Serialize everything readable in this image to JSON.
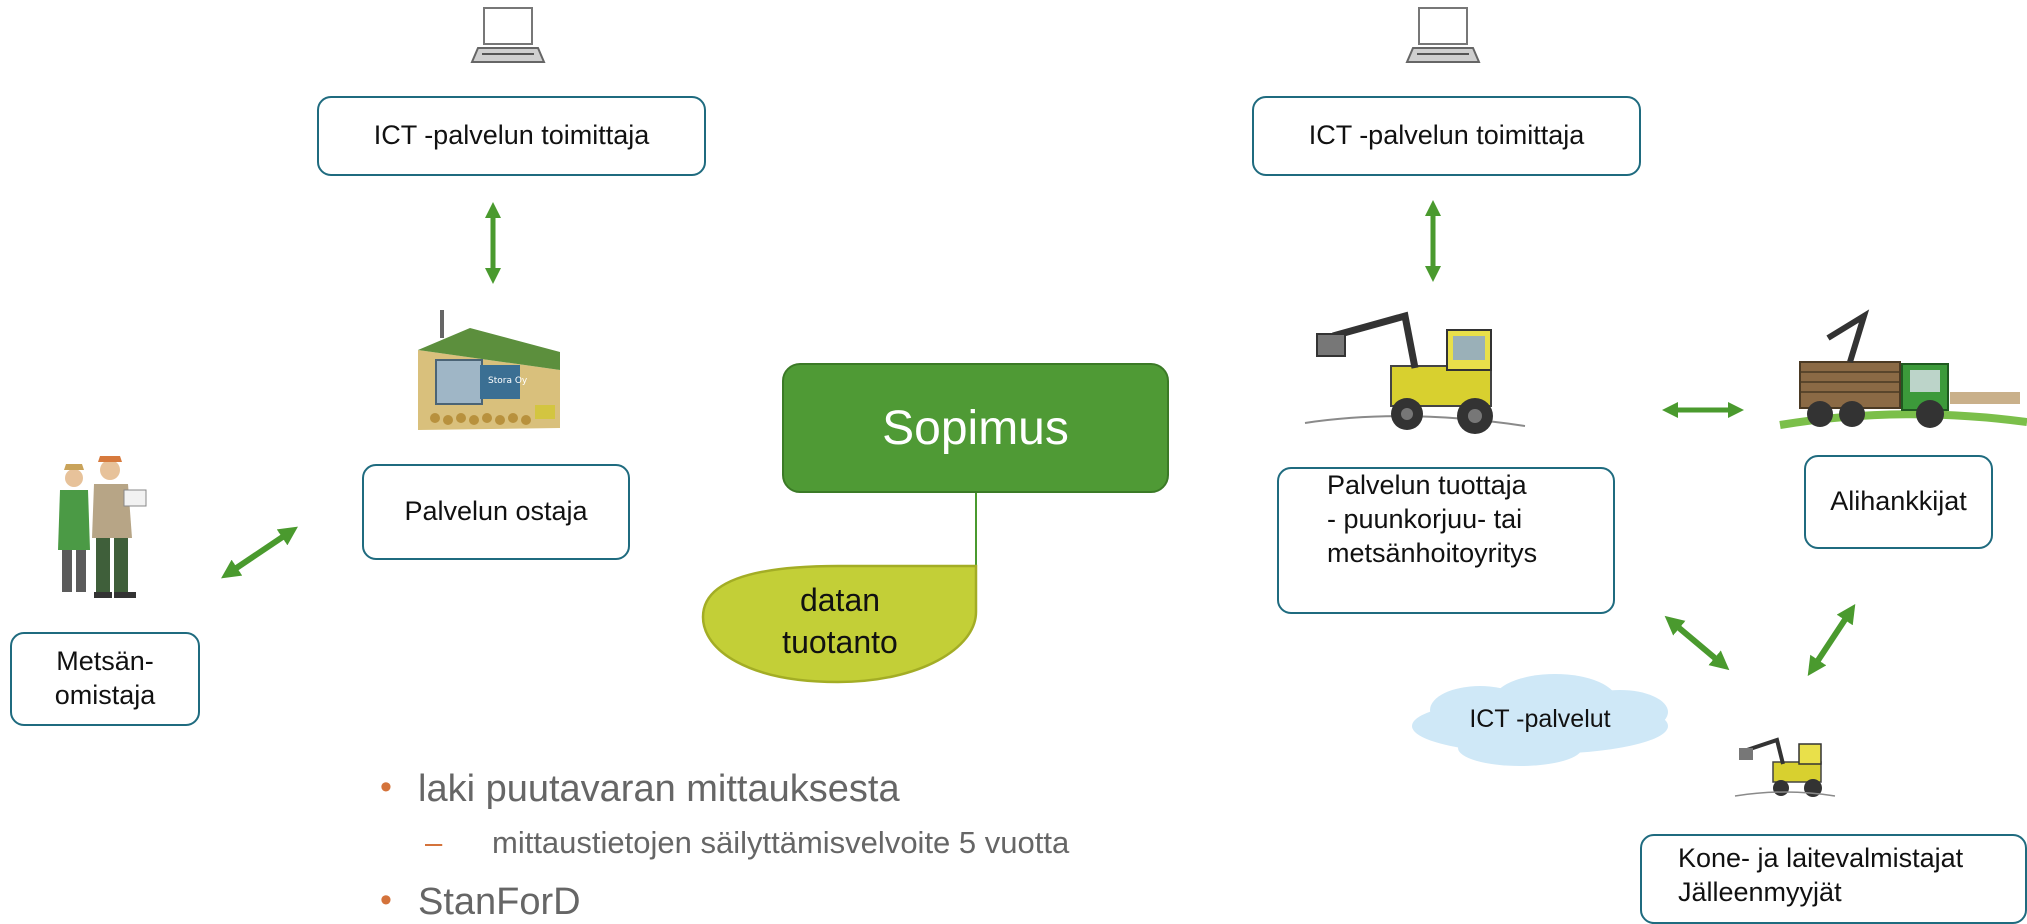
{
  "nodes": {
    "ict_left": "ICT -palvelun toimittaja",
    "ict_right": "ICT -palvelun toimittaja",
    "palvelun_ostaja": "Palvelun ostaja",
    "metsanomistaja_1": "Metsän-",
    "metsanomistaja_2": "omistaja",
    "tuottaja_1": "Palvelun tuottaja",
    "tuottaja_2": "- puunkorjuu- tai",
    "tuottaja_3": "metsänhoitoyritys",
    "alihankkijat": "Alihankkijat",
    "valmistajat_1": "Kone- ja laitevalmistajat",
    "valmistajat_2": "Jälleenmyyjät",
    "ict_palvelut": "ICT -palvelut"
  },
  "center": {
    "title": "Sopimus",
    "callout_1": "datan",
    "callout_2": "tuotanto"
  },
  "bullets": {
    "item1": "laki puutavaran mittauksesta",
    "item1_sub": "mittaustietojen säilyttämisvelvoite 5 vuotta",
    "item2": "StanForD"
  },
  "colors": {
    "box_border": "#1f6b7f",
    "main_fill": "#4f9a35",
    "callout_fill": "#c3cf37",
    "arrow": "#4a9a2e",
    "cloud": "#cfe8f7",
    "bullet_marker": "#d4733b"
  },
  "icons": [
    "laptop-icon",
    "sawmill-icon",
    "forest-owners-icon",
    "harvester-icon",
    "forwarder-icon",
    "small-harvester-icon"
  ]
}
